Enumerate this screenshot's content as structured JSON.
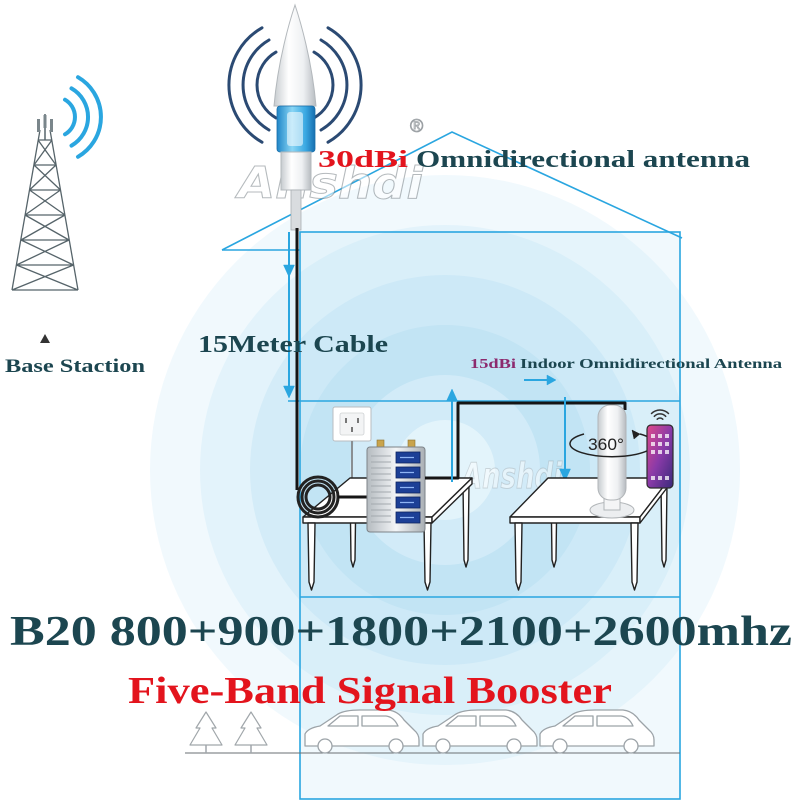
{
  "outdoor_antenna": {
    "gain": "30dBi",
    "label": "Omnidirectional antenna"
  },
  "base_station": {
    "label": "Base Staction"
  },
  "cable": {
    "label": "15Meter Cable"
  },
  "indoor_antenna": {
    "gain": "15dBi",
    "label": "Indoor Omnidirectional Antenna",
    "rotation": "360°"
  },
  "bands": {
    "label": "B20 800+900+1800+2100+2600mhz"
  },
  "product": {
    "title": "Five-Band Signal Booster"
  },
  "watermark": {
    "brand": "Anshdi",
    "registered": "®"
  },
  "colors": {
    "signal_blue": "#2aa6e0",
    "text_dark": "#1c4650",
    "highlight_red": "#e3141d",
    "gain_purple": "#8c2a6e"
  },
  "icons": {
    "tower": "cell-tower-icon",
    "outdoor_antenna": "omni-antenna-icon",
    "booster": "signal-booster-icon",
    "indoor_antenna": "indoor-antenna-icon",
    "phone": "smartphone-icon",
    "socket": "wall-socket-icon",
    "wifi": "wifi-signal-icon"
  }
}
